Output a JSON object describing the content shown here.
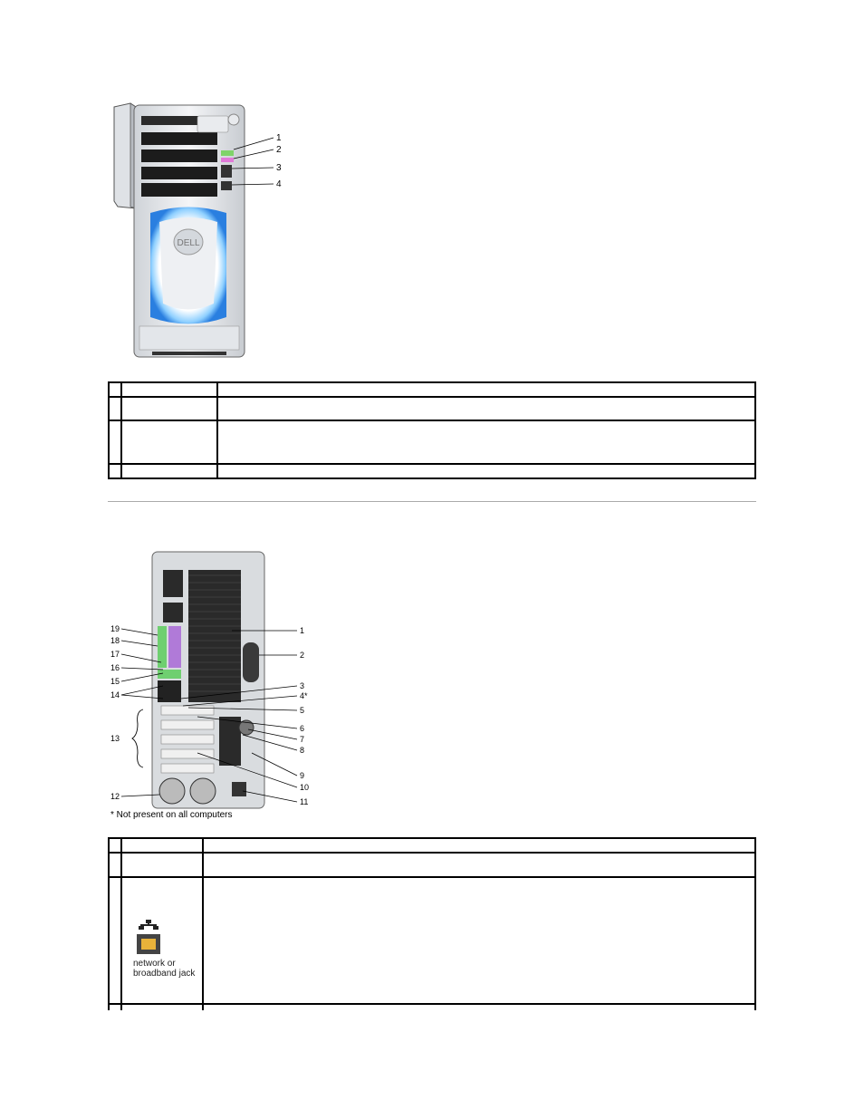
{
  "front_view": {
    "callouts": [
      "1",
      "2",
      "3",
      "4"
    ],
    "logo_text": "DELL"
  },
  "front_table": {
    "rows": [
      {
        "num": "",
        "name": "",
        "desc": ""
      },
      {
        "num": "",
        "name": "",
        "desc": ""
      },
      {
        "num": "",
        "name": "",
        "desc": ""
      },
      {
        "num": "",
        "name": "",
        "desc": ""
      }
    ]
  },
  "back_view": {
    "callouts_right": [
      "1",
      "2",
      "3",
      "4*",
      "5",
      "6",
      "7",
      "8",
      "9",
      "10",
      "11"
    ],
    "callouts_left": [
      "19",
      "18",
      "17",
      "16",
      "15",
      "14",
      "13",
      "12"
    ],
    "footnote": "* Not present on all computers"
  },
  "back_table": {
    "row1_link": "",
    "jack_label_line1": "network or",
    "jack_label_line2": "broadband jack"
  },
  "colors": {
    "accent_blue": "#4aa8ff",
    "link": "#0000cc"
  },
  "icons": [
    "network-jack-icon"
  ]
}
